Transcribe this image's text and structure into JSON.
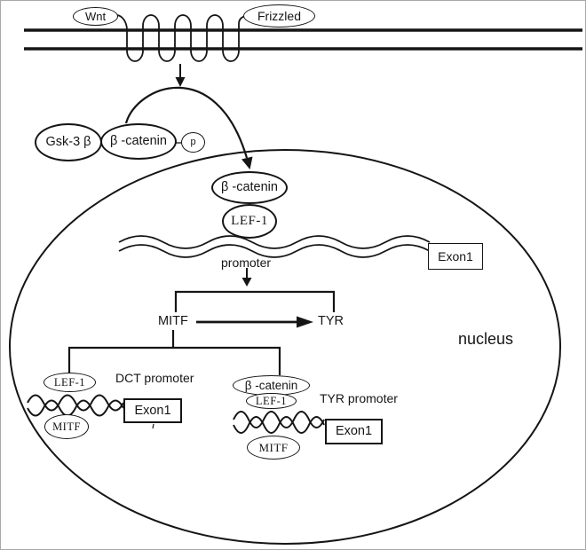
{
  "colors": {
    "ink": "#151515",
    "background": "#ffffff"
  },
  "membrane": {
    "ligand": "Wnt",
    "receptor": "Frizzled"
  },
  "cytoplasm": {
    "kinase": "Gsk-3 β",
    "beta_catenin": "β -catenin",
    "phosphate": "p"
  },
  "nucleus": {
    "label": "nucleus",
    "complex": {
      "beta_catenin": "β -catenin",
      "lef1": "LEF-1"
    },
    "promoter_label": "promoter",
    "exon1": "Exon1",
    "genes": {
      "mitf": "MITF",
      "tyr": "TYR"
    },
    "dct": {
      "title": "DCT promoter",
      "lef1": "LEF-1",
      "mitf": "MITF",
      "exon1": "Exon1"
    },
    "tyr": {
      "title": "TYR promoter",
      "beta_catenin": "β -catenin",
      "lef1": "LEF-1",
      "mitf": "MITF",
      "exon1": "Exon1"
    }
  }
}
